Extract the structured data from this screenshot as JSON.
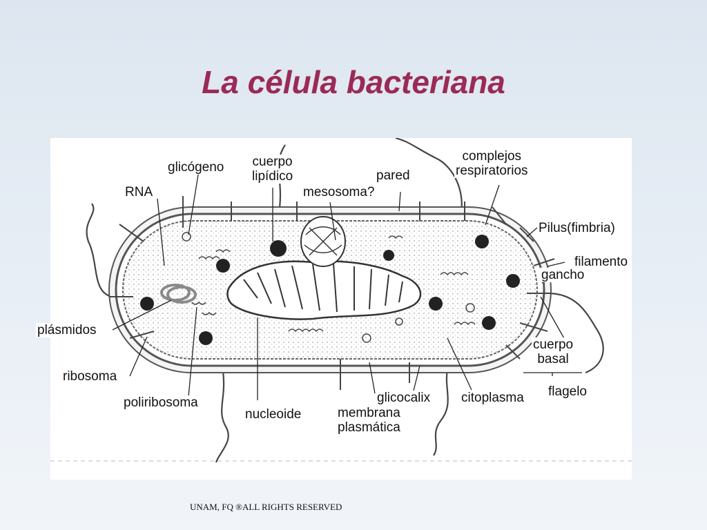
{
  "slide": {
    "title": "La célula bacteriana",
    "footer": "UNAM, FQ ®ALL RIGHTS RESERVED"
  },
  "diagram": {
    "labels": {
      "glicogeno": "glicógeno",
      "cuerpo_lipidico": "cuerpo\nlipídico",
      "pared": "pared",
      "complejos_respiratorios": "complejos\nrespiratorios",
      "rna": "RNA",
      "mesosoma": "mesosoma?",
      "pilus": "Pilus(fimbria)",
      "filamento": "filamento",
      "gancho": "gancho",
      "plasmidos": "plásmidos",
      "cuerpo_basal": "cuerpo\nbasal",
      "ribosoma": "ribosoma",
      "flagelo": "flagelo",
      "poliribosoma": "poliribosoma",
      "glicocalix": "glicocalix",
      "citoplasma": "citoplasma",
      "nucleoide": "nucleoide",
      "membrana_plasmatica": "membrana\nplasmática"
    }
  }
}
